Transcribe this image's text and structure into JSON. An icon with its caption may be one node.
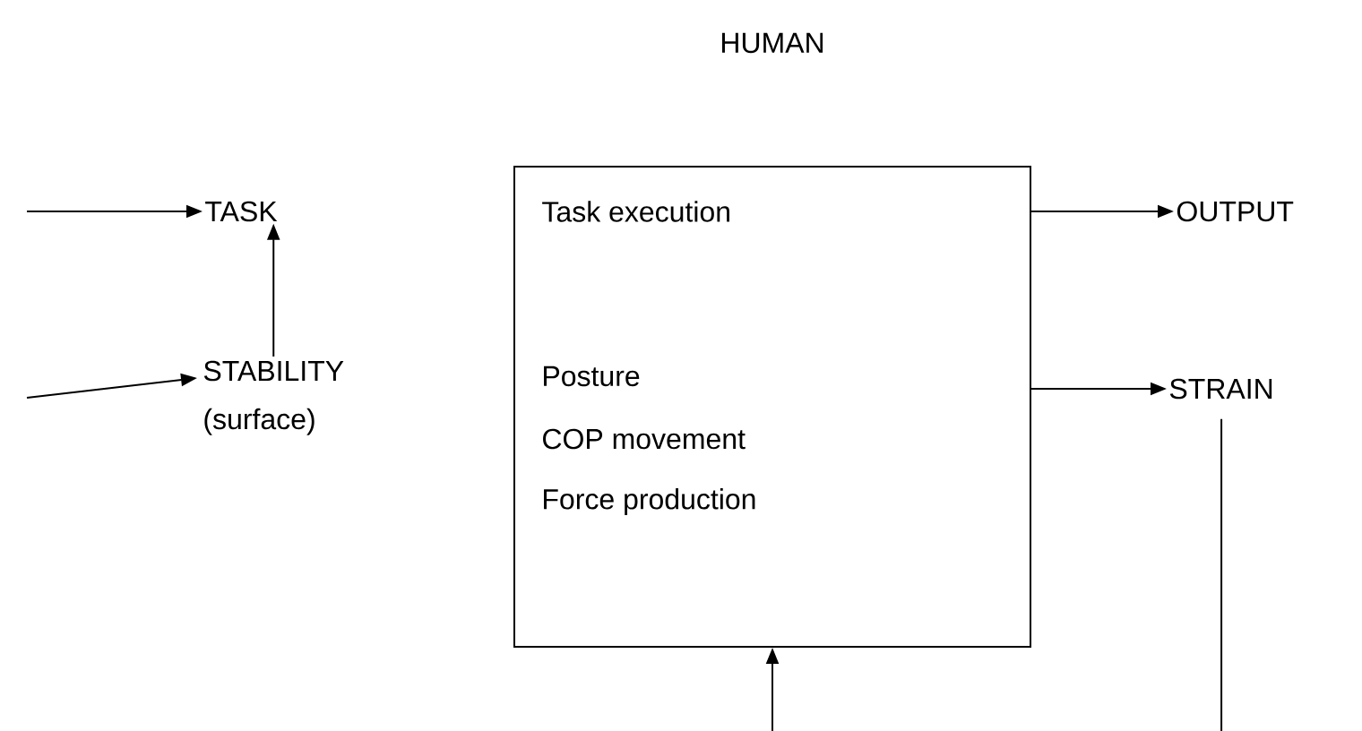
{
  "diagram": {
    "nodes": [
      {
        "text": [
          "TASK"
        ]
      },
      {
        "text": [
          "STABILITY",
          "(surface)"
        ]
      },
      {
        "text": [
          "HUMAN",
          "Task execution",
          "Posture",
          "COP movement",
          "Force production"
        ]
      },
      {
        "text": [
          "OUTPUT"
        ]
      },
      {
        "text": [
          "STRAIN"
        ]
      }
    ],
    "edges": [
      {
        "from": null,
        "to": 0,
        "arrow": "to"
      },
      {
        "from": null,
        "to": 1,
        "arrow": "to"
      },
      {
        "from": 1,
        "to": 0,
        "arrow": "to"
      },
      {
        "from": 2,
        "to": 3,
        "arrow": "to"
      },
      {
        "from": 2,
        "to": 4,
        "arrow": "to"
      },
      {
        "from": null,
        "to": 2,
        "arrow": "to"
      },
      {
        "from": 4,
        "to": null,
        "arrow": "none"
      }
    ]
  }
}
